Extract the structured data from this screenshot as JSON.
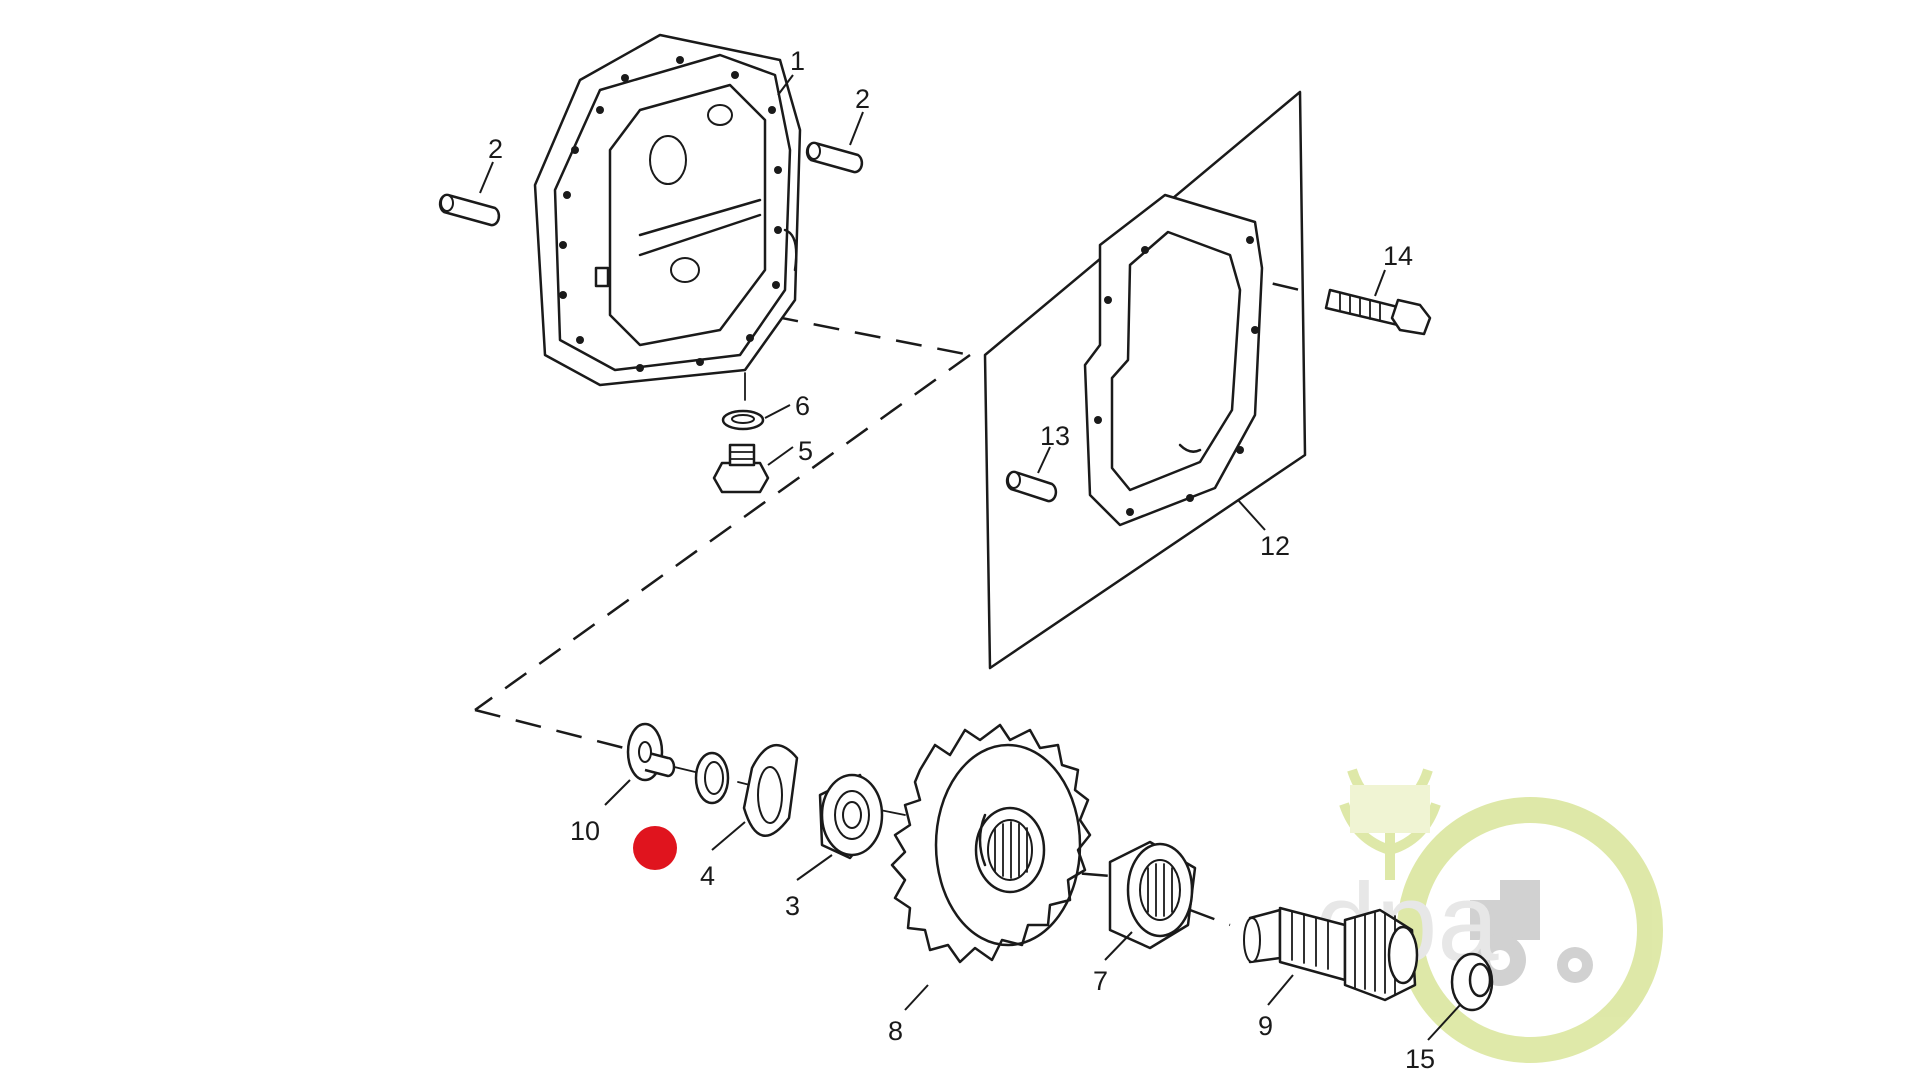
{
  "callouts": [
    "1",
    "2",
    "2",
    "6",
    "5",
    "14",
    "13",
    "12",
    "10",
    "4",
    "3",
    "8",
    "7",
    "9",
    "15"
  ],
  "highlight_marker_color": "#e0141e",
  "watermark": {
    "text": "dpa",
    "color": "#d9e59a",
    "icons": [
      "wheat-icon",
      "tractor-icon"
    ]
  }
}
